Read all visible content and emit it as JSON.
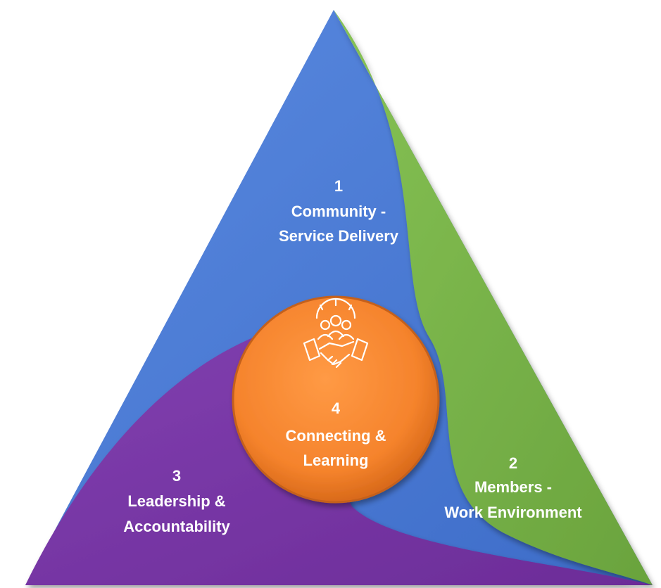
{
  "colors": {
    "community": "#4a7ad6",
    "members": "#7ab44a",
    "leadership": "#7a35a6",
    "center": "#f5832c",
    "text": "#ffffff"
  },
  "segments": [
    {
      "number": "1",
      "line1": "Community -",
      "line2": "Service Delivery"
    },
    {
      "number": "2",
      "line1": "Members -",
      "line2": "Work Environment"
    },
    {
      "number": "3",
      "line1": "Leadership &",
      "line2": "Accountability"
    }
  ],
  "center": {
    "number": "4",
    "line1": "Connecting &",
    "line2": "Learning",
    "icon": "handshake-team-gear-icon"
  }
}
